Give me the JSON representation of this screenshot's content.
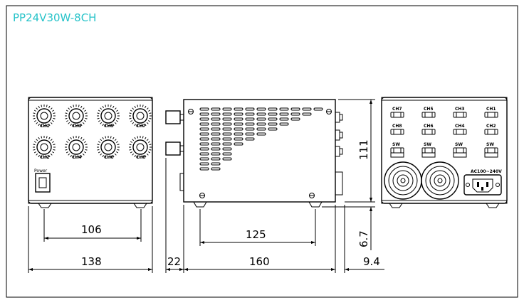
{
  "title": "PP24V30W-8CH",
  "colors": {
    "title": "#27c3c9",
    "line": "#000000",
    "background": "#ffffff"
  },
  "front_view": {
    "knob_labels_top": [
      "CH1",
      "CH3",
      "CH5",
      "CH7"
    ],
    "knob_labels_bottom": [
      "CH2",
      "CH4",
      "CH6",
      "CH8"
    ],
    "power_label": "Power"
  },
  "rear_view": {
    "connector_labels_row1": [
      "CH7",
      "CH5",
      "CH3",
      "CH1"
    ],
    "connector_labels_row2": [
      "CH8",
      "CH6",
      "CH4",
      "CH2"
    ],
    "switch_labels": [
      "SW",
      "SW",
      "SW",
      "SW"
    ],
    "ac_label": "AC100~240V"
  },
  "dimensions": {
    "front_inner": "106",
    "front_width": "138",
    "side_offset": "22",
    "side_foot": "125",
    "side_length": "160",
    "height": "111",
    "foot_height": "6.7",
    "rear_offset": "9.4"
  }
}
